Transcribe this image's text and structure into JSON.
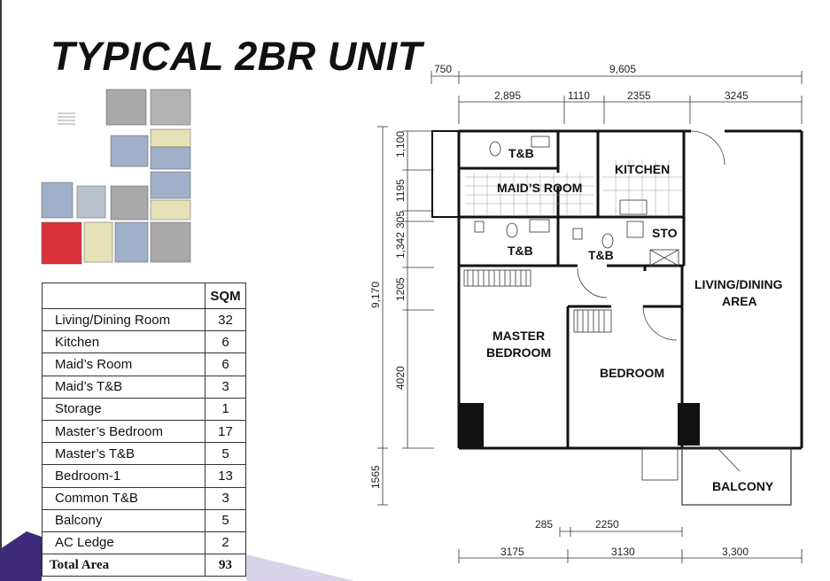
{
  "title": "TYPICAL 2BR UNIT",
  "area_table": {
    "header": {
      "label": "",
      "value": "SQM"
    },
    "rows": [
      {
        "label": "Living/Dining Room",
        "value": "32"
      },
      {
        "label": "Kitchen",
        "value": "6"
      },
      {
        "label": "Maid’s Room",
        "value": "6"
      },
      {
        "label": "Maid’s T&B",
        "value": "3"
      },
      {
        "label": "Storage",
        "value": "1"
      },
      {
        "label": "Master’s Bedroom",
        "value": "17"
      },
      {
        "label": "Master’s T&B",
        "value": "5"
      },
      {
        "label": "Bedroom-1",
        "value": "13"
      },
      {
        "label": "Common T&B",
        "value": "3"
      },
      {
        "label": "Balcony",
        "value": "5"
      },
      {
        "label": "AC Ledge",
        "value": "2"
      }
    ],
    "total": {
      "label": "Total Area",
      "value": "93"
    }
  },
  "floor_plan": {
    "rooms": {
      "tb_maid": "T&B",
      "kitchen": "KITCHEN",
      "maids_room": "MAID’S ROOM",
      "tb_master": "T&B",
      "tb_common": "T&B",
      "storage": "STO",
      "living_1": "LIVING/DINING",
      "living_2": "AREA",
      "master_1": "MASTER",
      "master_2": "BEDROOM",
      "bedroom": "BEDROOM",
      "balcony": "BALCONY"
    },
    "dimensions": {
      "top_total": "9,605",
      "top_left": "750",
      "top_1": "2,895",
      "top_2": "1110",
      "top_3": "2355",
      "top_4": "3245",
      "left_total": "9,170",
      "left_1": "1,100",
      "left_2": "1195",
      "left_3": "305",
      "left_4": "1,342",
      "left_5": "1205",
      "left_6": "4020",
      "left_7": "1565",
      "bottom_small_1": "285",
      "bottom_small_2": "2250",
      "bottom_1": "3175",
      "bottom_2": "3130",
      "bottom_3": "3,300"
    }
  }
}
